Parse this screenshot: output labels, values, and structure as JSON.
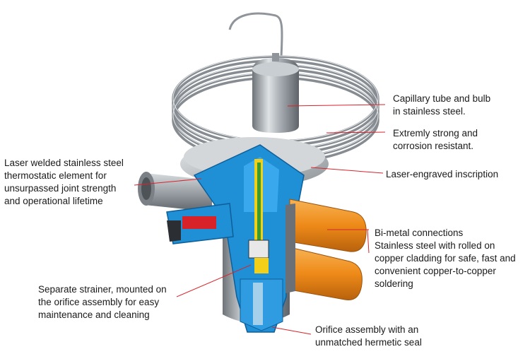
{
  "callouts": {
    "capillary": {
      "lines": [
        "Capillary tube and bulb",
        "in stainless steel."
      ]
    },
    "strong": {
      "lines": [
        "Extremly strong and",
        "corrosion resistant."
      ]
    },
    "inscription": {
      "lines": [
        "Laser-engraved inscription"
      ]
    },
    "laser_welded": {
      "lines": [
        "Laser welded stainless steel",
        "thermostatic element for",
        "unsurpassed joint strength",
        "and operational lifetime"
      ]
    },
    "bimetal": {
      "lines": [
        "Bi-metal connections",
        "Stainless steel with rolled on",
        "copper cladding for safe, fast and",
        "convenient copper-to-copper",
        "soldering"
      ]
    },
    "strainer": {
      "lines": [
        "Separate strainer, mounted on",
        "the orifice assembly for easy",
        "maintenance and cleaning"
      ]
    },
    "orifice": {
      "lines": [
        "Orifice assembly with an",
        "unmatched hermetic seal"
      ]
    }
  },
  "colors": {
    "leader_line": "#d9242b",
    "steel": "#a9aeb3",
    "cutaway_blue": "#1f8fd6",
    "copper_orange": "#f08a1c",
    "bulb_steel": "#9aa0a5"
  }
}
